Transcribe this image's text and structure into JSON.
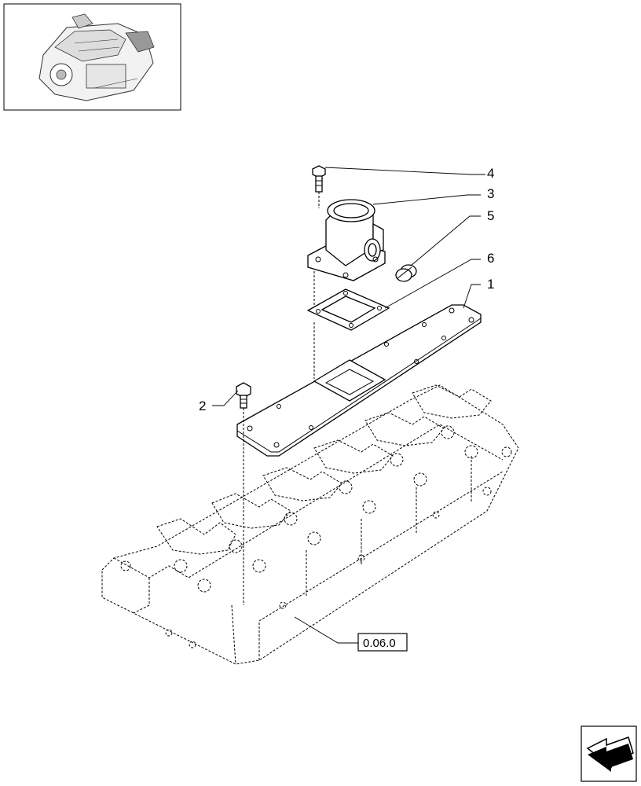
{
  "callouts": [
    {
      "id": "4",
      "label": "4"
    },
    {
      "id": "3",
      "label": "3"
    },
    {
      "id": "5",
      "label": "5"
    },
    {
      "id": "6",
      "label": "6"
    },
    {
      "id": "1",
      "label": "1"
    },
    {
      "id": "2",
      "label": "2"
    }
  ],
  "reference": {
    "label": "0.06.0"
  },
  "icons": {
    "thumbnail": "engine-thumbnail-icon",
    "nav": "navigation-arrow-icon"
  }
}
